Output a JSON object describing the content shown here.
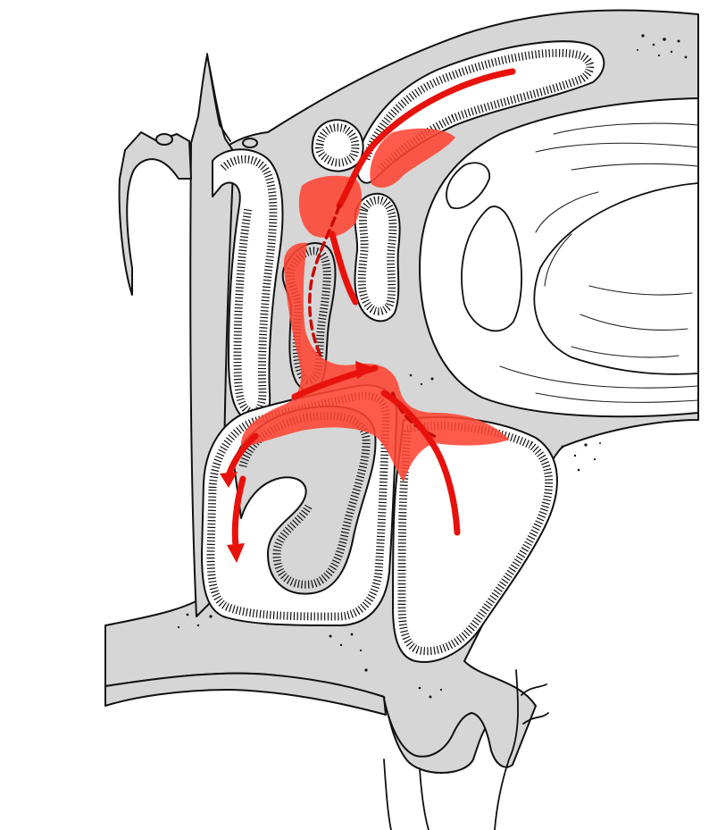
{
  "figure": {
    "palette": {
      "bone": "#d6d6d6",
      "outline": "#111111",
      "drainage_zone": "#ff4433",
      "arrow": "#e8120c",
      "background": "#ffffff"
    },
    "elements": {
      "shapes": [
        "bone-mass",
        "sinus-cavity",
        "turbinate",
        "orbit",
        "drainage-pathway",
        "mucus-flow-arrow"
      ]
    }
  }
}
